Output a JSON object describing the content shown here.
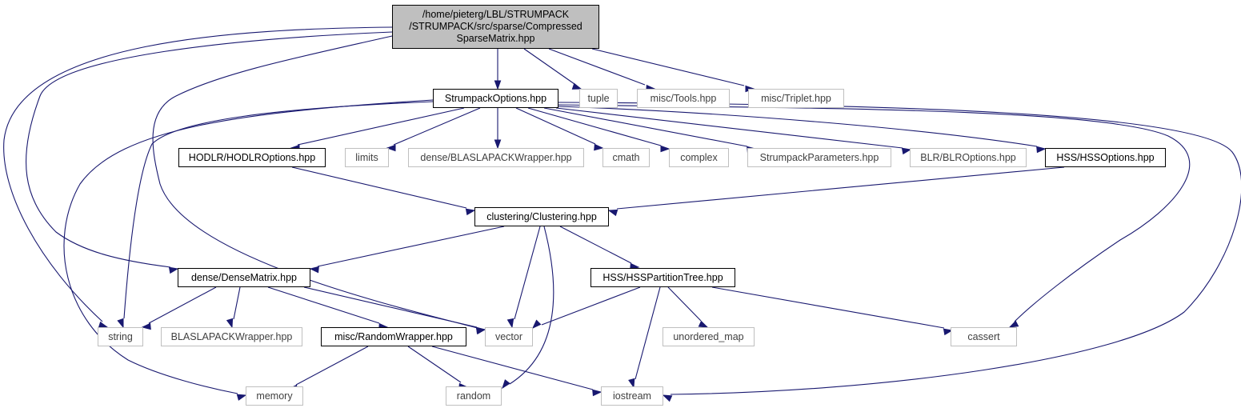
{
  "root": {
    "lines": [
      "/home/pieterg/LBL/STRUMPACK",
      "/STRUMPACK/src/sparse/Compressed",
      "SparseMatrix.hpp"
    ]
  },
  "nodes": {
    "strumpack_options": "StrumpackOptions.hpp",
    "tuple": "tuple",
    "misc_tools": "misc/Tools.hpp",
    "misc_triplet": "misc/Triplet.hpp",
    "hodlr_options": "HODLR/HODLROptions.hpp",
    "limits": "limits",
    "dense_blaslapack": "dense/BLASLAPACKWrapper.hpp",
    "cmath": "cmath",
    "complex": "complex",
    "strumpack_parameters": "StrumpackParameters.hpp",
    "blr_options": "BLR/BLROptions.hpp",
    "hss_options": "HSS/HSSOptions.hpp",
    "clustering": "clustering/Clustering.hpp",
    "dense_matrix": "dense/DenseMatrix.hpp",
    "hss_partition_tree": "HSS/HSSPartitionTree.hpp",
    "string": "string",
    "blaslapack": "BLASLAPACKWrapper.hpp",
    "random_wrapper": "misc/RandomWrapper.hpp",
    "vector": "vector",
    "unordered_map": "unordered_map",
    "cassert": "cassert",
    "memory": "memory",
    "random": "random",
    "iostream": "iostream"
  },
  "colors": {
    "edge": "#191970",
    "root_fill": "#bfbfbf",
    "internal_border": "#000000",
    "external_border": "#bfbfbf"
  }
}
